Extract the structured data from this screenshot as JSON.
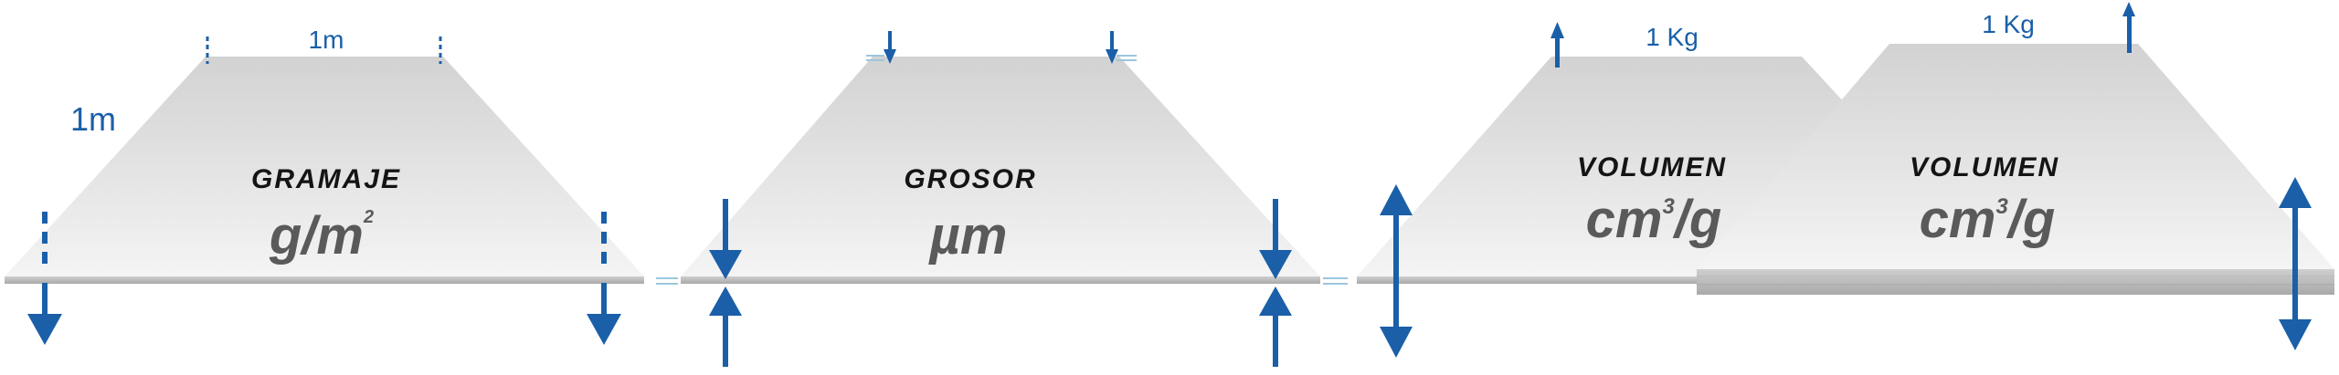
{
  "colors": {
    "arrow": "#1a5fa8",
    "panel_top": "#d2d2d2",
    "panel_bottom": "#f4f4f4",
    "edge": "#b8b8b8",
    "title_text": "#141414",
    "unit_text": "#5a5a5a",
    "dim_text": "#1a5fa8"
  },
  "panels": {
    "gramaje": {
      "top_dimension": "1m",
      "side_dimension": "1m",
      "title": "GRAMAJE",
      "unit_main": "g/m",
      "unit_exp": "2"
    },
    "grosor": {
      "title": "GROSOR",
      "unit_main": "µm"
    },
    "volumen": {
      "mass_label_1": "1 Kg",
      "mass_label_2": "1 Kg",
      "title": "VOLUMEN",
      "unit_main_a": "cm",
      "unit_exp": "3",
      "unit_main_b": "/g"
    }
  }
}
